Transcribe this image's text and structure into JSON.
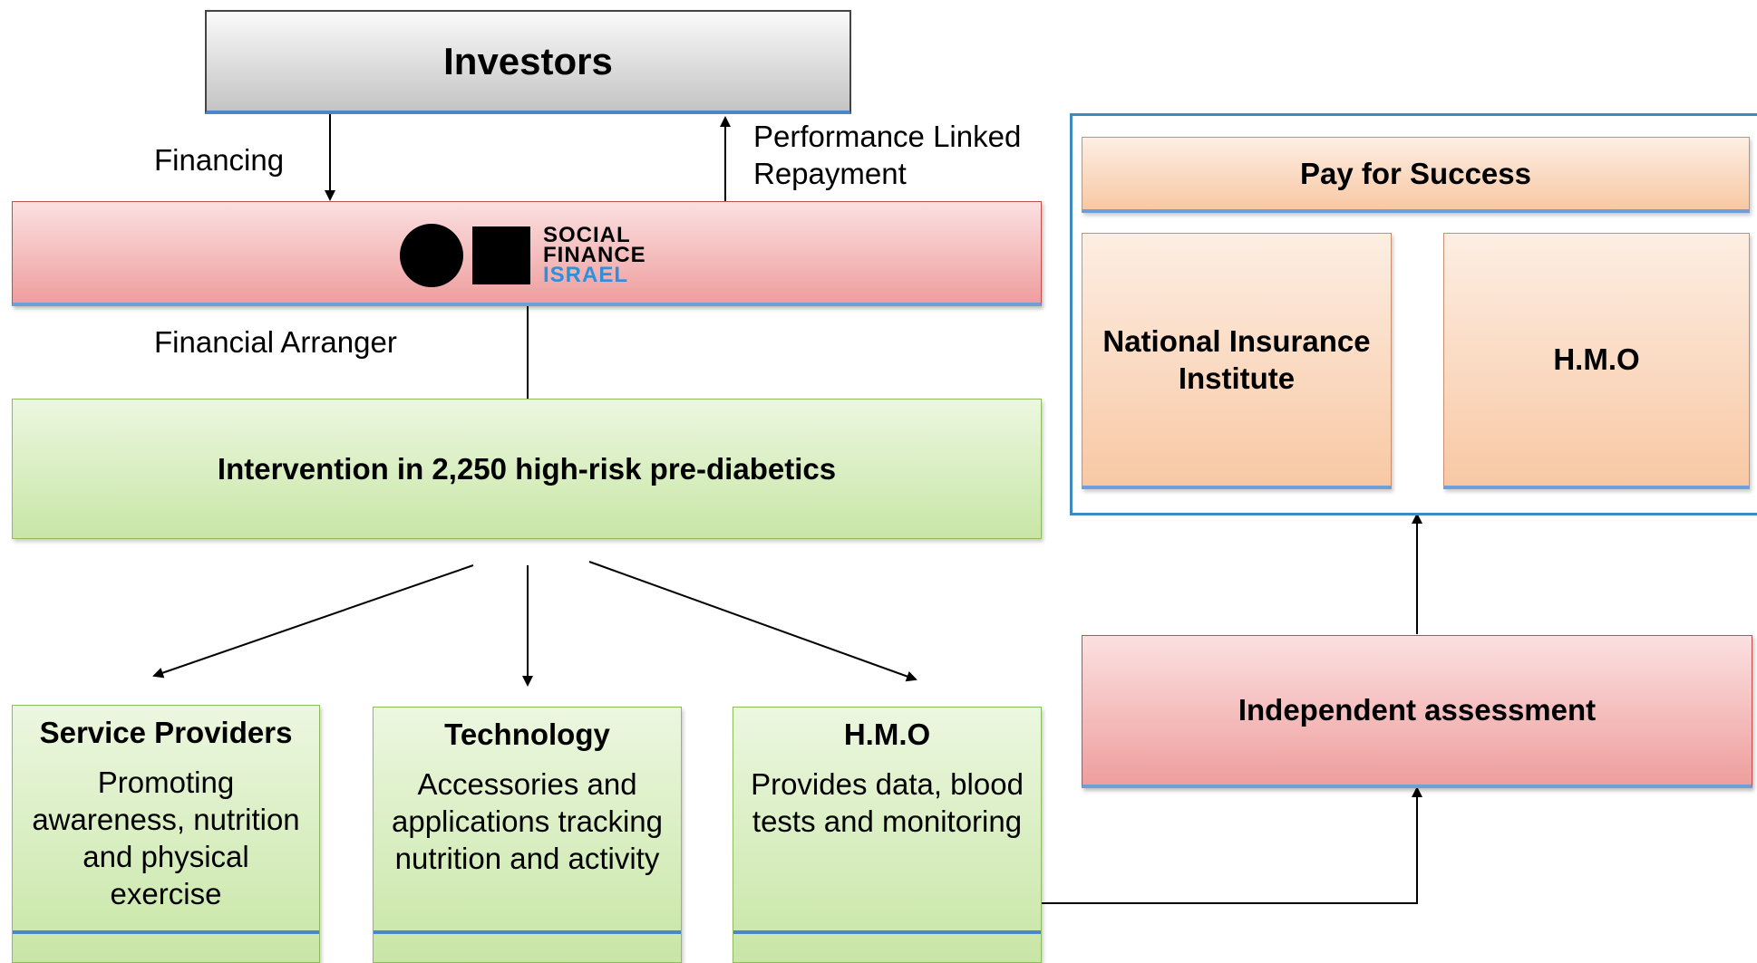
{
  "investors": {
    "title": "Investors"
  },
  "flows": {
    "financing": "Financing",
    "repayment_line1": "Performance Linked",
    "repayment_line2": "Repayment",
    "arranger": "Financial Arranger"
  },
  "logo": {
    "line1": "SOCIAL",
    "line2": "FINANCE",
    "line3": "ISRAEL",
    "accent": "#2f8fd8"
  },
  "intervention": {
    "title": "Intervention in 2,250 high-risk pre-diabetics"
  },
  "cards": [
    {
      "title": "Service Providers",
      "text_lines": [
        "Promoting",
        "awareness, nutrition",
        "and physical",
        "exercise"
      ]
    },
    {
      "title": "Technology",
      "text_lines": [
        "Accessories and",
        "applications tracking",
        "nutrition and activity"
      ]
    },
    {
      "title": "H.M.O",
      "text_lines": [
        "Provides data, blood",
        "tests and monitoring"
      ]
    }
  ],
  "pay_for_success": {
    "title": "Pay for Success",
    "payer1_line1": "National Insurance",
    "payer1_line2": "Institute",
    "payer2": "H.M.O"
  },
  "assessment": {
    "title": "Independent assessment"
  },
  "colors": {
    "frame_blue": "#3a8ac6",
    "line": "#000000"
  }
}
